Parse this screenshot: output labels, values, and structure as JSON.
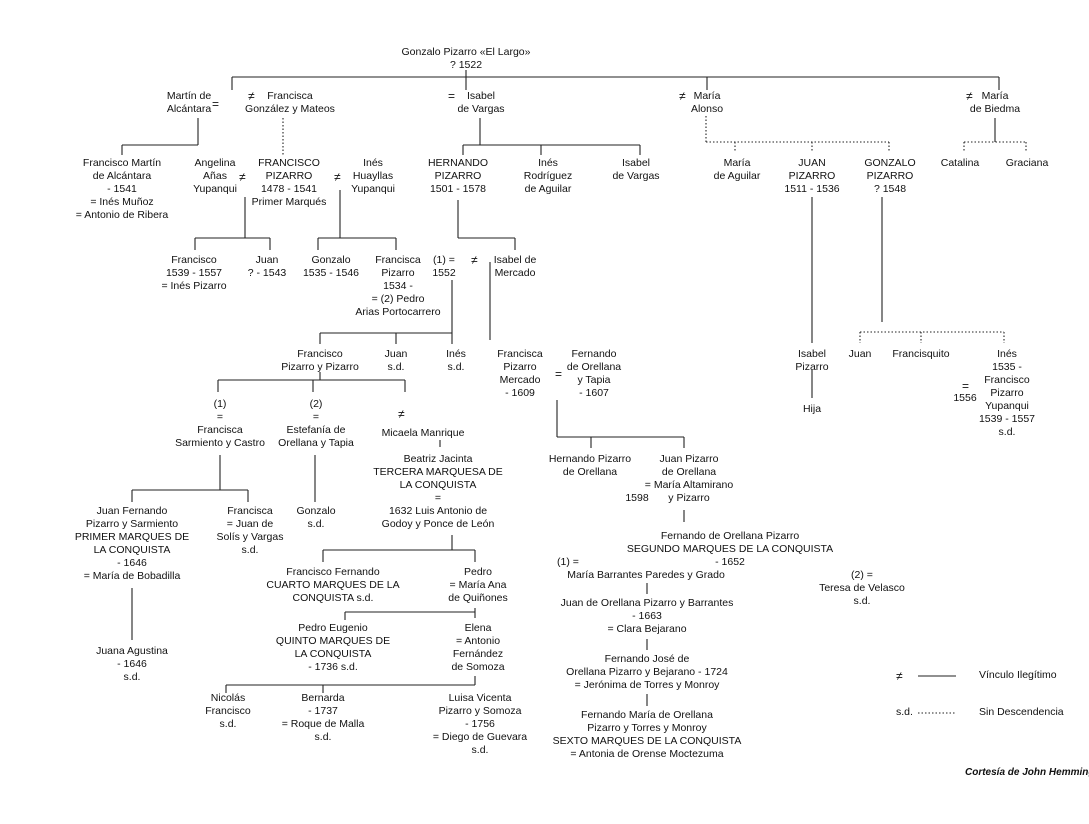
{
  "nodes": {
    "gonzalo_largo": [
      "Gonzalo Pizarro «El Largo»",
      "? 1522"
    ],
    "martin": [
      "Martín de",
      "Alcántara"
    ],
    "francisca_gonzalez": [
      "Francisca",
      "González y Mateos"
    ],
    "isabel_vargas_top": [
      "Isabel",
      "de Vargas"
    ],
    "maria_alonso": [
      "María",
      "Alonso"
    ],
    "maria_biedma": [
      "María",
      "de Biedma"
    ],
    "francisco_martin": [
      "Francisco Martín",
      "de Alcántara",
      "- 1541",
      "= Inés Muñoz",
      "= Antonio de Ribera"
    ],
    "angelina": [
      "Angelina",
      "Añas",
      "Yupanqui"
    ],
    "francisco_pizarro": [
      "FRANCISCO",
      "PIZARRO",
      "1478 - 1541",
      "Primer Marqués"
    ],
    "ines_huayllas": [
      "Inés",
      "Huayllas",
      "Yupanqui"
    ],
    "hernando": [
      "HERNANDO",
      "PIZARRO",
      "1501 - 1578"
    ],
    "ines_rodriguez": [
      "Inés",
      "Rodríguez",
      "de Aguilar"
    ],
    "isabel_vargas2": [
      "Isabel",
      "de Vargas"
    ],
    "maria_aguilar": [
      "María",
      "de Aguilar"
    ],
    "juan_pizarro": [
      "JUAN",
      "PIZARRO",
      "1511 - 1536"
    ],
    "gonzalo_pizarro": [
      "GONZALO",
      "PIZARRO",
      "? 1548"
    ],
    "catalina": [
      "Catalina"
    ],
    "graciana": [
      "Graciana"
    ],
    "francisco_1539": [
      "Francisco",
      "1539 - 1557",
      "= Inés Pizarro"
    ],
    "juan_1543": [
      "Juan",
      "? - 1543"
    ],
    "gonzalo_1535": [
      "Gonzalo",
      "1535 - 1546"
    ],
    "francisca_pizarro": [
      "Francisca",
      "Pizarro",
      "1534 -",
      "= (2) Pedro",
      "Arias Portocarrero"
    ],
    "m1552": [
      "(1) =",
      "1552"
    ],
    "isabel_mercado": [
      "Isabel de",
      "Mercado"
    ],
    "fpp": [
      "Francisco",
      "Pizarro y Pizarro"
    ],
    "juan_sd": [
      "Juan",
      "s.d."
    ],
    "ines_sd": [
      "Inés",
      "s.d."
    ],
    "francisca_mercado": [
      "Francisca",
      "Pizarro",
      "Mercado",
      "- 1609"
    ],
    "fernando_orellana": [
      "Fernando",
      "de Orellana",
      "y Tapia",
      "- 1607"
    ],
    "isabel_hija": [
      "Isabel",
      "Pizarro"
    ],
    "hija": [
      "Hija"
    ],
    "juan_gp": [
      "Juan"
    ],
    "francisquito": [
      "Francisquito"
    ],
    "ines_1535": [
      "Inés",
      "1535 -",
      "Francisco",
      "Pizarro",
      "Yupanqui",
      "1539 - 1557",
      "s.d."
    ],
    "ines_1556": [
      "1556"
    ],
    "f_sarmiento": [
      "(1)",
      "=",
      "Francisca",
      "Sarmiento y  Castro"
    ],
    "estefania": [
      "(2)",
      "=",
      "Estefanía de",
      "Orellana y Tapia"
    ],
    "micaela": [
      "Micaela Manrique"
    ],
    "beatriz": [
      "Beatriz Jacinta",
      "TERCERA MARQUESA DE",
      "LA CONQUISTA",
      "=",
      "1632 Luis Antonio de",
      "Godoy y Ponce de León"
    ],
    "hernando_orellana": [
      "Hernando Pizarro",
      "de Orellana"
    ],
    "juan_orellana": [
      "Juan Pizarro",
      "de Orellana",
      "= María Altamirano",
      "y Pizarro"
    ],
    "y1598": [
      "1598"
    ],
    "juan_fernando": [
      "Juan Fernando",
      "Pizarro y Sarmiento",
      "PRIMER MARQUES DE",
      "LA CONQUISTA",
      "- 1646",
      "= María de Bobadilla"
    ],
    "francisca_solis": [
      "Francisca",
      "= Juan de",
      "Solís y Vargas",
      "s.d."
    ],
    "gonzalo_sd": [
      "Gonzalo",
      "s.d."
    ],
    "juana": [
      "Juana Agustina",
      "- 1646",
      "s.d."
    ],
    "fernando_segundo": [
      "Fernando de Orellana Pizarro",
      "SEGUNDO MARQUES DE LA CONQUISTA",
      "- 1652"
    ],
    "maria_barrantes": [
      "(1) =",
      "María Barrantes Paredes y Grado"
    ],
    "teresa": [
      "(2) =",
      "Teresa de Velasco",
      "s.d."
    ],
    "juan_barrantes": [
      "Juan de Orellana Pizarro y Barrantes",
      "- 1663",
      "= Clara Bejarano"
    ],
    "fernando_jose": [
      "Fernando José de",
      "Orellana Pizarro y Bejarano - 1724",
      "= Jerónima de Torres y Monroy"
    ],
    "fernando_maria": [
      "Fernando María de Orellana",
      "Pizarro y Torres y Monroy",
      "SEXTO MARQUES DE LA CONQUISTA",
      "= Antonia de Orense Moctezuma"
    ],
    "francisco_fernando": [
      "Francisco Fernando",
      "CUARTO MARQUES DE LA",
      "CONQUISTA s.d."
    ],
    "pedro": [
      "Pedro",
      "= María Ana",
      "de Quiñones"
    ],
    "pedro_eugenio": [
      "Pedro Eugenio",
      "QUINTO MARQUES DE",
      "LA CONQUISTA",
      "- 1736  s.d."
    ],
    "elena": [
      "Elena",
      "= Antonio",
      "Fernández",
      "de Somoza"
    ],
    "nicolas": [
      "Nicolás",
      "Francisco",
      "s.d."
    ],
    "bernarda": [
      "Bernarda",
      "- 1737",
      "= Roque de Malla",
      "s.d."
    ],
    "luisa": [
      "Luisa Vicenta",
      "Pizarro y Somoza",
      "- 1756",
      "= Diego de Guevara",
      "s.d."
    ]
  },
  "symbols": {
    "illegitimate": "≠",
    "married": "="
  },
  "legend": {
    "illegitimate_label": "Vínculo Ilegítimo",
    "sd_key": "s.d.",
    "sd_label": "Sin Descendencia"
  },
  "credit": "Cortesía de John Hemming"
}
